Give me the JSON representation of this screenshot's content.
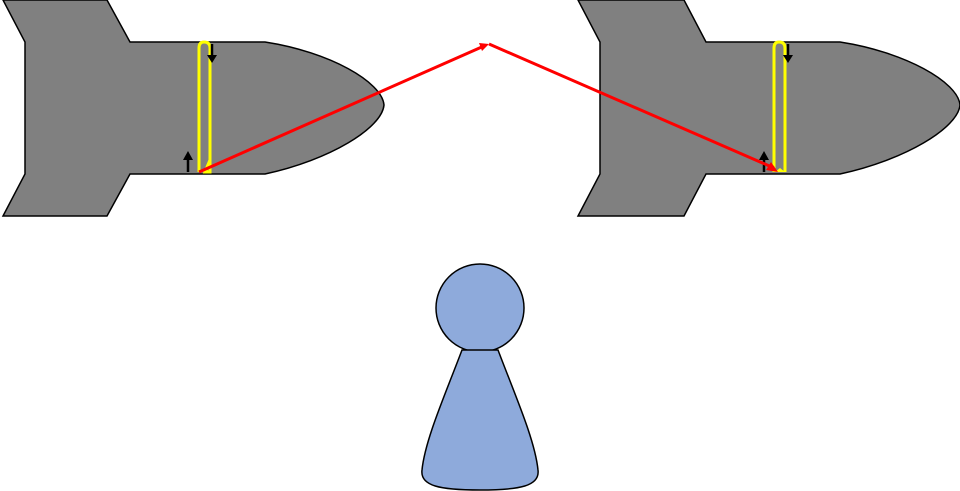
{
  "colors": {
    "background": "#ffffff",
    "rocket_body": "#808080",
    "outline": "#000000",
    "loop": "#ffff00",
    "beam": "#ff0000",
    "arrow": "#000000",
    "person": "#8eaadb"
  },
  "icons": {
    "left_rocket": "rocket-shape",
    "right_rocket": "rocket-shape",
    "beam": "red-path-line",
    "loop": "yellow-loop",
    "up_arrow": "arrow-up",
    "down_arrow": "arrow-down",
    "observer": "person-pawn"
  }
}
